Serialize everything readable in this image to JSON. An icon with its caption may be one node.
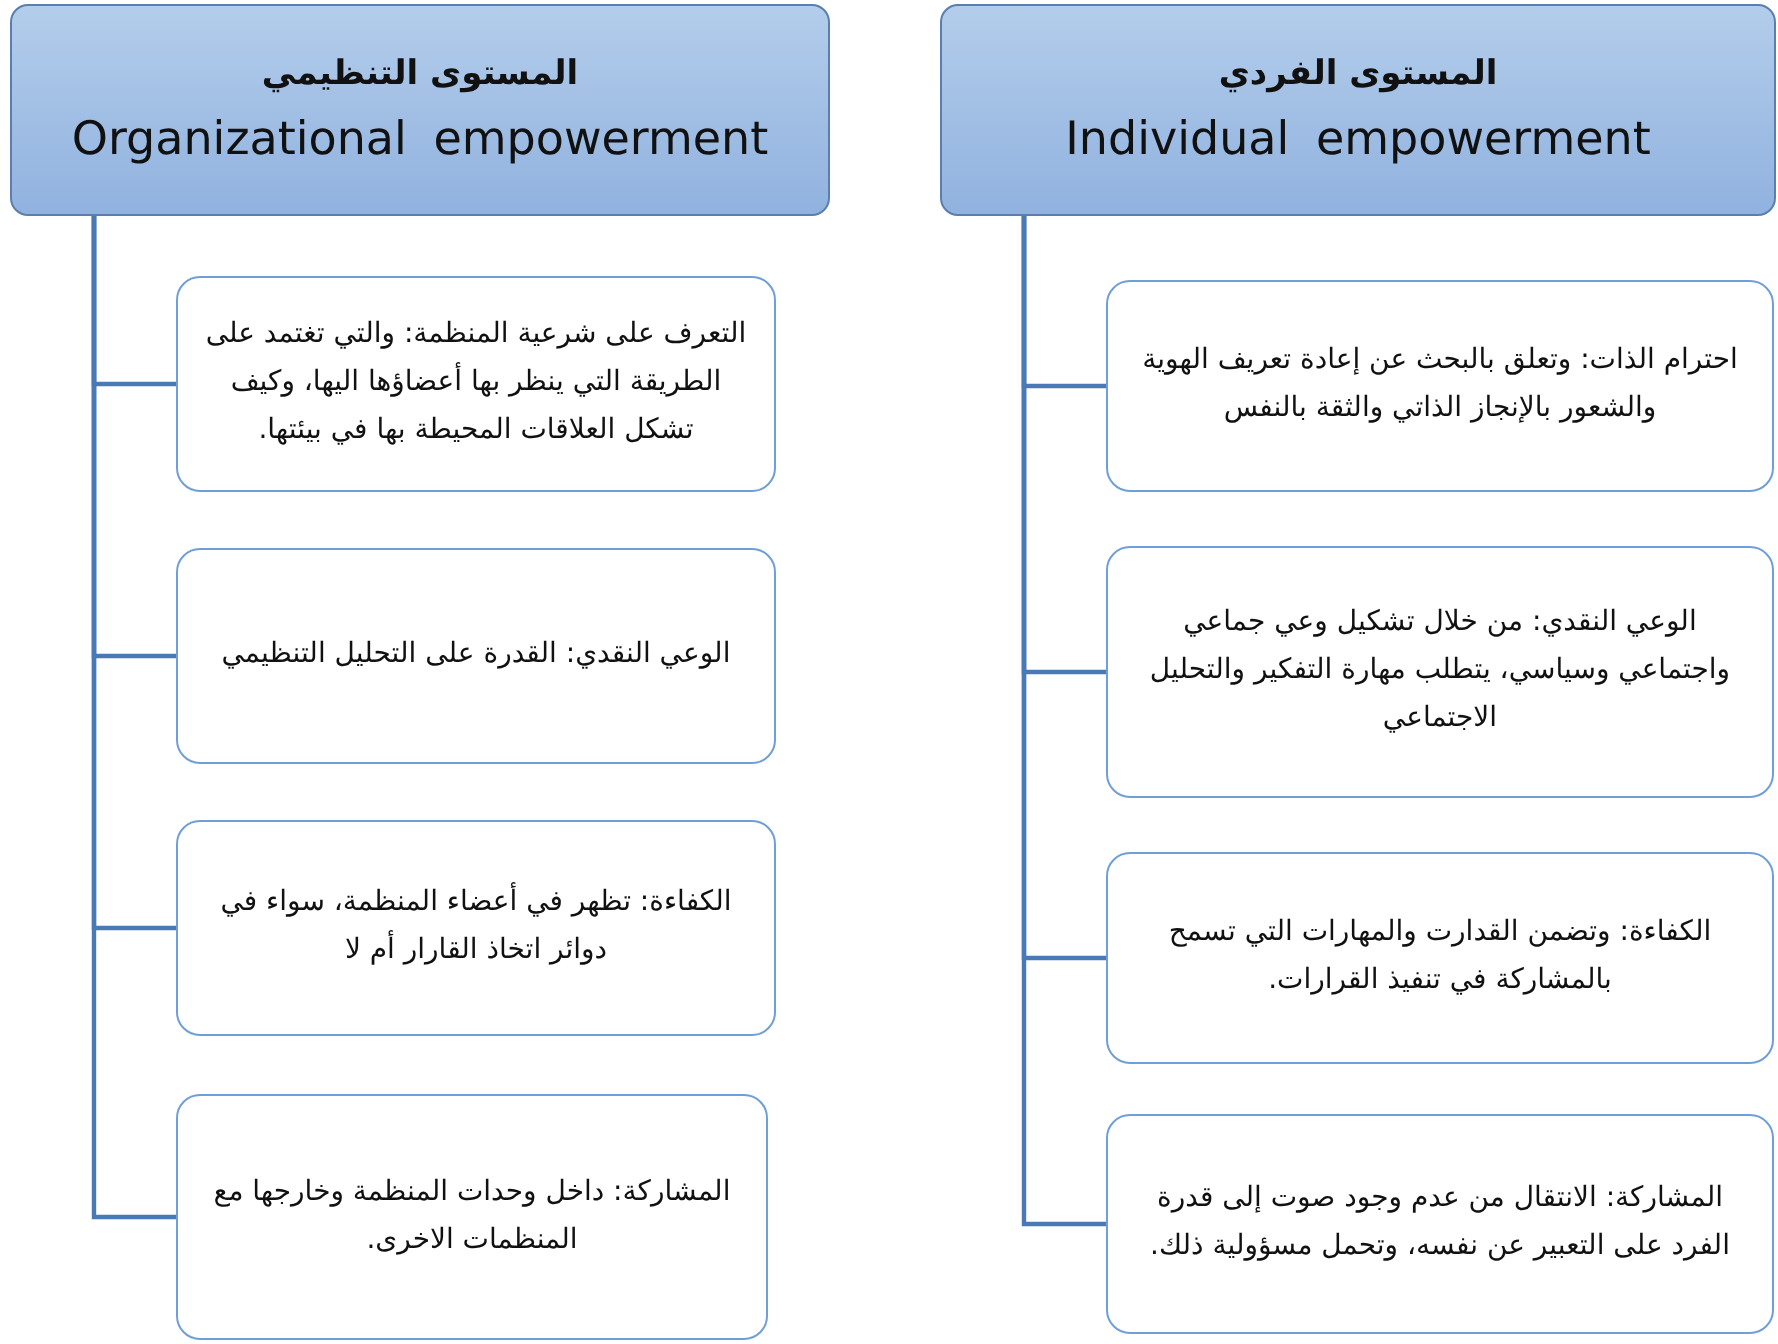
{
  "diagram": {
    "nodes": [
      {
        "text": [
          "المستوى الفردي",
          "Individual empowerment"
        ]
      },
      {
        "text": [
          "احترام الذات: وتعلق بالبحث عن إعادة تعريف الهوية والشعور بالإنجاز الذاتي والثقة بالنفس"
        ]
      },
      {
        "text": [
          "الوعي النقدي: من خلال تشكيل وعي جماعي واجتماعي وسياسي، يتطلب مهارة التفكير والتحليل الاجتماعي"
        ]
      },
      {
        "text": [
          "الكفاءة: وتضمن القدارت والمهارات التي تسمح بالمشاركة في تنفيذ القرارات."
        ]
      },
      {
        "text": [
          "المشاركة: الانتقال من عدم وجود صوت إلى قدرة الفرد على التعبير عن نفسه، وتحمل مسؤولية ذلك."
        ]
      },
      {
        "text": [
          "المستوى التنظيمي",
          "Organizational empowerment"
        ]
      },
      {
        "text": [
          "التعرف على شرعية المنظمة: والتي تغتمد على الطريقة التي ينظر بها أعضاؤها اليها، وكيف تشكل العلاقات المحيطة بها في بيئتها."
        ]
      },
      {
        "text": [
          "الوعي النقدي: القدرة على التحليل التنظيمي"
        ]
      },
      {
        "text": [
          "الكفاءة: تظهر في أعضاء المنظمة، سواء في دوائر اتخاذ القارار أم لا"
        ]
      },
      {
        "text": [
          "المشاركة: داخل وحدات المنظمة وخارجها مع المنظمات الاخرى."
        ]
      }
    ],
    "edges": [
      {
        "from": 0,
        "to": 1,
        "arrow": "none"
      },
      {
        "from": 0,
        "to": 2,
        "arrow": "none"
      },
      {
        "from": 0,
        "to": 3,
        "arrow": "none"
      },
      {
        "from": 0,
        "to": 4,
        "arrow": "none"
      },
      {
        "from": 5,
        "to": 6,
        "arrow": "none"
      },
      {
        "from": 5,
        "to": 7,
        "arrow": "none"
      },
      {
        "from": 5,
        "to": 8,
        "arrow": "none"
      },
      {
        "from": 5,
        "to": 9,
        "arrow": "none"
      }
    ]
  }
}
